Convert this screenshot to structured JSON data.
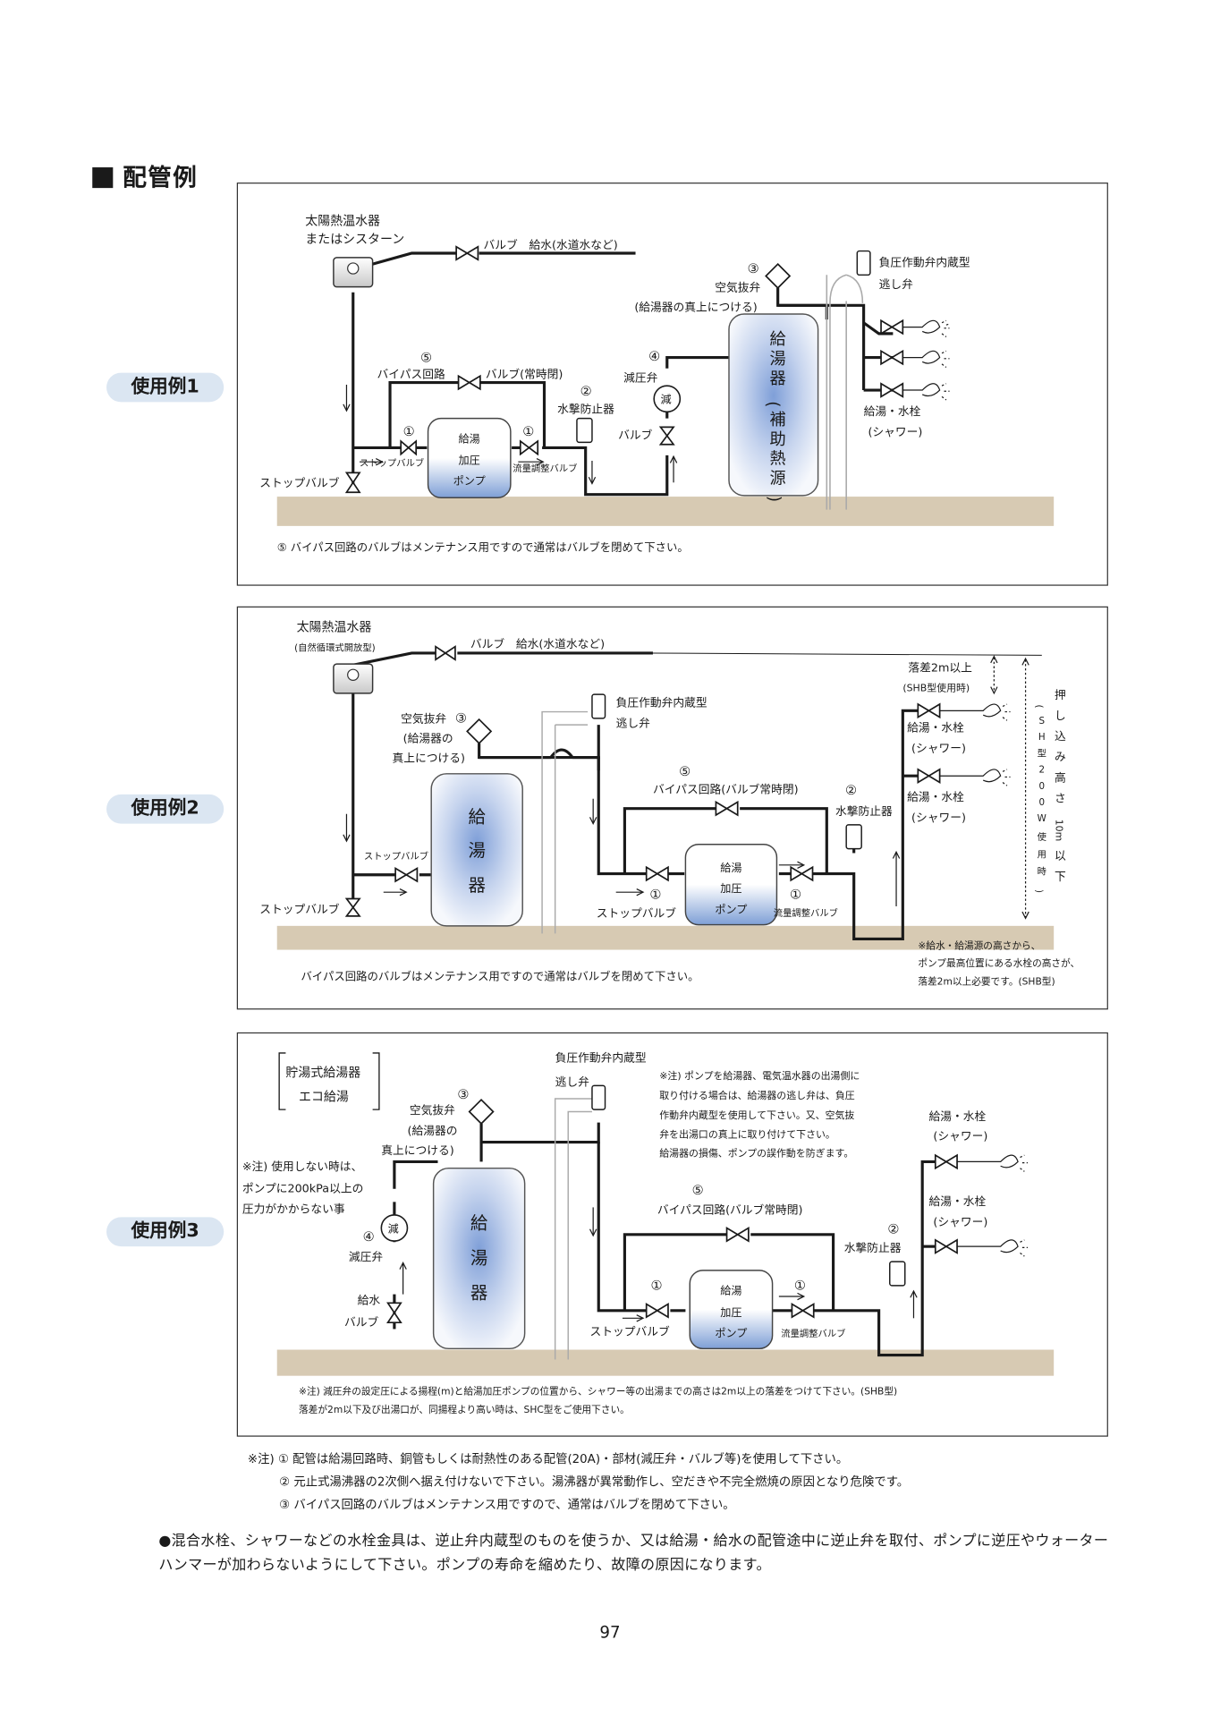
{
  "heading": "配管例",
  "examples": [
    {
      "badge": "使用例1",
      "labels": {
        "solar": "太陽熱温水器",
        "cistern": "またはシスターン",
        "valve_supply": "バルブ　給水(水道水など)",
        "vent_no": "③",
        "vent": "空気抜弁",
        "vent_note": "(給湯器の真上につける)",
        "relief": "負圧作動弁内蔵型",
        "relief2": "逃し弁",
        "bypass_no": "⑤",
        "bypass": "バイパス回路",
        "bypass_valve": "バルブ(常時閉)",
        "prv_no": "④",
        "prv": "減圧弁",
        "prv_mark": "減",
        "hammer_no": "②",
        "hammer": "水撃防止器",
        "valve": "バルブ",
        "stop_no": "①",
        "stop": "ストップバルブ",
        "flow_no": "①",
        "flow": "流量調整バルブ",
        "main_stop": "ストップバルブ",
        "pump": [
          "給湯",
          "加圧",
          "ポンプ"
        ],
        "heater": [
          "給",
          "湯",
          "器",
          "(",
          "補",
          "助",
          "熱",
          "源",
          ")"
        ],
        "tap": "給湯・水栓",
        "shower": "(シャワー)",
        "note": "⑤ バイパス回路のバルブはメンテナンス用ですので通常はバルブを閉めて下さい。"
      }
    },
    {
      "badge": "使用例2",
      "labels": {
        "solar": "太陽熱温水器",
        "solar_sub": "(自然循環式開放型)",
        "valve_supply": "バルブ　給水(水道水など)",
        "vent_no": "③",
        "vent": "空気抜弁",
        "vent_note1": "(給湯器の",
        "vent_note2": "真上につける)",
        "relief": "負圧作動弁内蔵型",
        "relief2": "逃し弁",
        "bypass_no": "⑤",
        "bypass": "バイパス回路(バルブ常時閉)",
        "hammer_no": "②",
        "hammer": "水撃防止器",
        "side_stop": "ストップバルブ",
        "main_stop": "ストップバルブ",
        "stop_no": "①",
        "stop": "ストップバルブ",
        "flow_no": "①",
        "flow": "流量調整バルブ",
        "pump": [
          "給湯",
          "加圧",
          "ポンプ"
        ],
        "heater": [
          "給",
          "湯",
          "器"
        ],
        "drop": "落差2m以上",
        "drop_sub": "(SHB型使用時)",
        "tap": "給湯・水栓",
        "shower": "(シャワー)",
        "vertical_a": [
          "押",
          "し",
          "込",
          "み",
          "高",
          "さ",
          "10m",
          "以",
          "下"
        ],
        "vertical_b": [
          "(",
          "S",
          "H",
          "型",
          "2",
          "0",
          "0",
          "W",
          "使",
          "用",
          "時",
          ")"
        ],
        "side_note": [
          "※給水・給湯源の高さから、",
          "ポンプ最高位置にある水栓の高さが、",
          "落差2m以上必要です。(SHB型)"
        ],
        "note": "バイパス回路のバルブはメンテナンス用ですので通常はバルブを閉めて下さい。"
      }
    },
    {
      "badge": "使用例3",
      "labels": {
        "tank_type1": "貯湯式給湯器",
        "tank_type2": "エコ給湯",
        "relief": "負圧作動弁内蔵型",
        "relief2": "逃し弁",
        "vent_no": "③",
        "vent": "空気抜弁",
        "vent_note1": "(給湯器の",
        "vent_note2": "真上につける)",
        "warn": [
          "※注) 使用しない時は、",
          "ポンプに200kPa以上の",
          "圧力がかからない事"
        ],
        "prv_mark": "減",
        "prv_no": "④",
        "prv": "減圧弁",
        "supply": "給水",
        "supply2": "バルブ",
        "heater": [
          "給",
          "湯",
          "器"
        ],
        "caution": [
          "※注) ポンプを給湯器、電気温水器の出湯側に",
          "取り付ける場合は、給湯器の逃し弁は、負圧",
          "作動弁内蔵型を使用して下さい。又、空気抜",
          "弁を出湯口の真上に取り付けて下さい。",
          "給湯器の損傷、ポンプの誤作動を防ぎます。"
        ],
        "bypass_no": "⑤",
        "bypass": "バイパス回路(バルブ常時閉)",
        "hammer_no": "②",
        "hammer": "水撃防止器",
        "stop_no": "①",
        "stop": "ストップバルブ",
        "flow_no": "①",
        "flow": "流量調整バルブ",
        "pump": [
          "給湯",
          "加圧",
          "ポンプ"
        ],
        "tap": "給湯・水栓",
        "shower": "(シャワー)",
        "note1": "※注) 減圧弁の設定圧による揚程(m)と給湯加圧ポンプの位置から、シャワー等の出湯までの高さは2m以上の落差をつけて下さい。(SHB型)",
        "note2": "落差が2m以下及び出湯口が、同揚程より高い時は、SHC型をご使用下さい。"
      }
    }
  ],
  "footnotes": [
    "※注) ① 配管は給湯回路時、銅管もしくは耐熱性のある配管(20A)・部材(減圧弁・バルブ等)を使用して下さい。",
    "② 元止式湯沸器の2次側へ据え付けないで下さい。湯沸器が異常動作し、空だきや不完全燃焼の原因となり危険です。",
    "③ バイパス回路のバルブはメンテナンス用ですので、通常はバルブを閉めて下さい。"
  ],
  "bullet": "●混合水栓、シャワーなどの水栓金具は、逆止弁内蔵型のものを使うか、又は給湯・給水の配管途中に逆止弁を取付、ポンプに逆圧やウォーターハンマーが加わらないようにして下さい。ポンプの寿命を縮めたり、故障の原因になります。",
  "page_number": "97"
}
